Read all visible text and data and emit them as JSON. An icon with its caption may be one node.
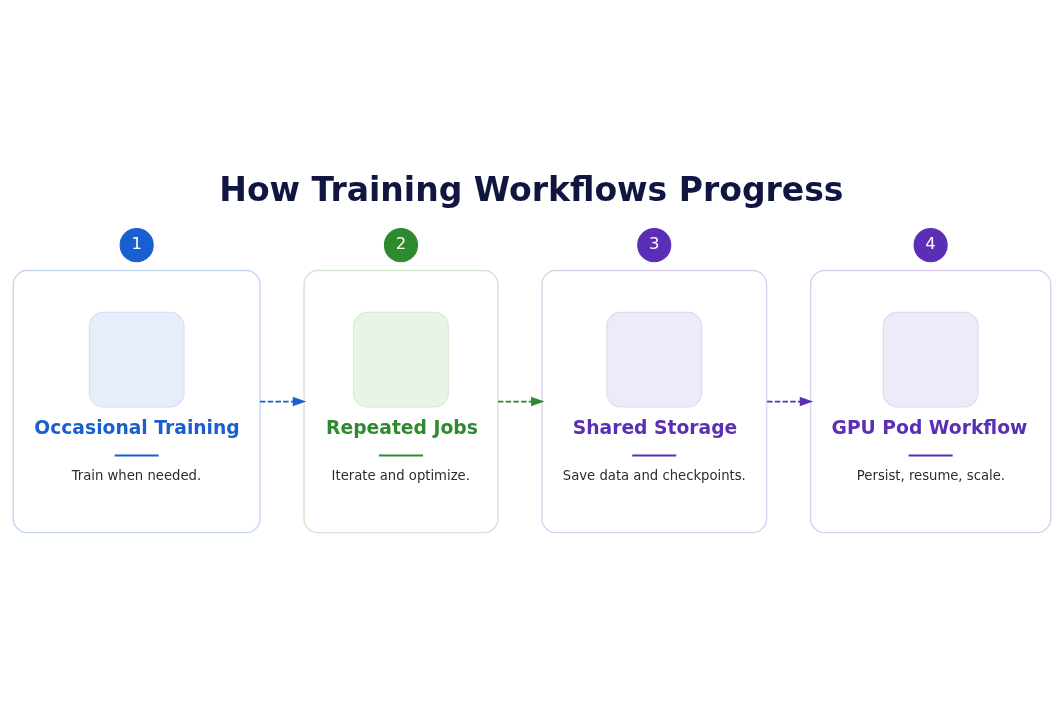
{
  "diagram": {
    "title": "How Training Workflows Progress",
    "nodes": [
      {
        "text": [
          "1"
        ]
      },
      {
        "text": [
          "Occasional Training",
          "Train when needed."
        ]
      },
      {
        "text": [
          "2"
        ]
      },
      {
        "text": [
          "Repeated Jobs",
          "Iterate and optimize."
        ]
      },
      {
        "text": [
          "3"
        ]
      },
      {
        "text": [
          "Shared Storage",
          "Save data and checkpoints."
        ]
      },
      {
        "text": [
          "4"
        ]
      },
      {
        "text": [
          "GPU Pod Workflow",
          "Persist, resume, scale."
        ]
      }
    ],
    "edges": [
      {
        "from": 1,
        "to": 3,
        "arrow": "to",
        "style": "dashed",
        "color": "#1a5fd0"
      },
      {
        "from": 3,
        "to": 5,
        "arrow": "to",
        "style": "dashed",
        "color": "#2e8a2e"
      },
      {
        "from": 5,
        "to": 7,
        "arrow": "to",
        "style": "dashed",
        "color": "#5b2fb5"
      }
    ]
  }
}
